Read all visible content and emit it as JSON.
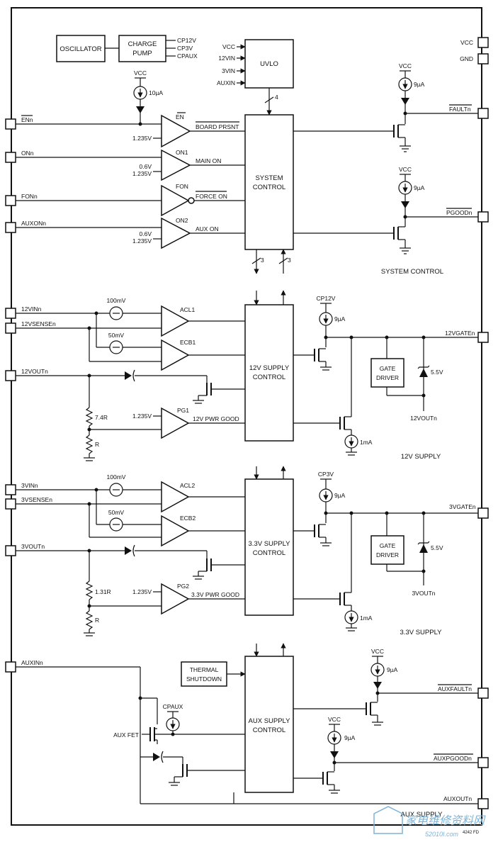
{
  "top": {
    "oscillator": "OSCILLATOR",
    "charge_pump": [
      "CHARGE",
      "PUMP"
    ],
    "cp_outputs": [
      "CP12V",
      "CP3V",
      "CPAUX"
    ],
    "uvlo": "UVLO",
    "uvlo_inputs": [
      "VCC",
      "12VIN",
      "3VIN",
      "AUXIN"
    ],
    "bus_width": "4"
  },
  "pins_left": [
    "ENn",
    "ONn",
    "FONn",
    "AUXONn",
    "12VINn",
    "12VSENSEn",
    "12VOUTn",
    "3VINn",
    "3VSENSEn",
    "3VOUTn",
    "AUXINn"
  ],
  "pins_right": [
    "VCC",
    "GND",
    "FAULTn",
    "PGOODn",
    "12VGATEn",
    "3VGATEn",
    "AUXFAULTn",
    "AUXPGOODn",
    "AUXOUTn"
  ],
  "system": {
    "block": [
      "SYSTEM",
      "CONTROL"
    ],
    "section_label": "SYSTEM CONTROL",
    "vcc": "VCC",
    "current_10ua": "10µA",
    "current_9ua": "9µA",
    "comparators": [
      "EN",
      "ON1",
      "FON",
      "ON2"
    ],
    "signals": [
      "BOARD PRSNT",
      "MAIN ON",
      "FORCE ON",
      "AUX ON"
    ],
    "thresholds": [
      "1.235V",
      "0.6V",
      "1.235V",
      "0.6V",
      "1.235V"
    ],
    "bus_labels": [
      "3",
      "3"
    ]
  },
  "supply12": {
    "block": [
      "12V SUPPLY",
      "CONTROL"
    ],
    "section_label": "12V SUPPLY",
    "cp": "CP12V",
    "current": "9µA",
    "v100": "100mV",
    "v50": "50mV",
    "acl": "ACL1",
    "ecb": "ECB1",
    "pg": "PG1",
    "pg_ref": "1.235V",
    "pg_signal": "12V PWR GOOD",
    "r_top": "7.4R",
    "r_bot": "R",
    "gate": [
      "GATE",
      "DRIVER"
    ],
    "zener": "5.5V",
    "out": "12VOUTn",
    "sink": "1mA"
  },
  "supply3": {
    "block": [
      "3.3V SUPPLY",
      "CONTROL"
    ],
    "section_label": "3.3V SUPPLY",
    "cp": "CP3V",
    "current": "9µA",
    "v100": "100mV",
    "v50": "50mV",
    "acl": "ACL2",
    "ecb": "ECB2",
    "pg": "PG2",
    "pg_ref": "1.235V",
    "pg_signal": "3.3V PWR GOOD",
    "r_top": "1.31R",
    "r_bot": "R",
    "gate": [
      "GATE",
      "DRIVER"
    ],
    "zener": "5.5V",
    "out": "3VOUTn",
    "sink": "1mA"
  },
  "aux": {
    "block": [
      "AUX SUPPLY",
      "CONTROL"
    ],
    "section_label": "AUX SUPPLY",
    "thermal": [
      "THERMAL",
      "SHUTDOWN"
    ],
    "cp": "CPAUX",
    "fet": "AUX FET",
    "vcc": "VCC",
    "current": "9µA"
  },
  "figure_code": "4242 FD",
  "watermark": [
    "家电维修资料网",
    "52010I.com"
  ]
}
